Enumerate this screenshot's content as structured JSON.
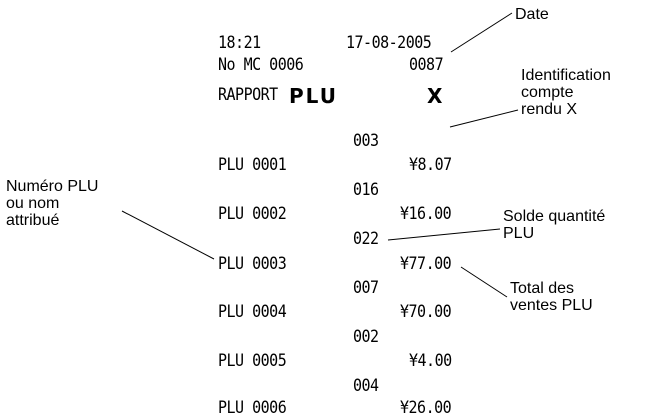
{
  "receipt": {
    "time": "18:21",
    "date": "17-08-2005",
    "machine": "No MC 0006",
    "counter": "0087",
    "report_label": "RAPPORT",
    "report_type": "PLU",
    "report_mode": "X",
    "items": [
      {
        "qty": "003",
        "name": "PLU 0001",
        "amount": "¥8.07"
      },
      {
        "qty": "016",
        "name": "PLU 0002",
        "amount": "¥16.00"
      },
      {
        "qty": "022",
        "name": "PLU 0003",
        "amount": "¥77.00"
      },
      {
        "qty": "007",
        "name": "PLU 0004",
        "amount": "¥70.00"
      },
      {
        "qty": "002",
        "name": "PLU 0005",
        "amount": "¥4.00"
      },
      {
        "qty": "004",
        "name": "PLU 0006",
        "amount": "¥26.00"
      }
    ]
  },
  "annotations": {
    "date": [
      "Date"
    ],
    "report_id": [
      "Identification",
      "compte",
      "rendu X"
    ],
    "plu_number": [
      "Numéro PLU",
      "ou nom",
      "attribué"
    ],
    "qty_balance": [
      "Solde quantité",
      "PLU"
    ],
    "sales_total": [
      "Total des",
      "ventes PLU"
    ]
  }
}
